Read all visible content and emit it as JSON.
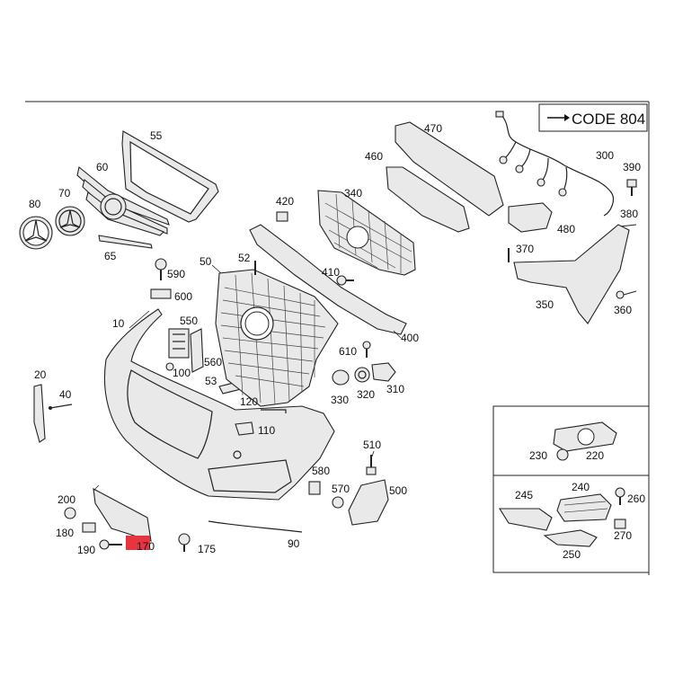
{
  "code_box": {
    "label": "CODE 804",
    "arrow_icon": "arrow-right-icon"
  },
  "callouts": [
    {
      "id": "55",
      "text": "55"
    },
    {
      "id": "60",
      "text": "60"
    },
    {
      "id": "70",
      "text": "70"
    },
    {
      "id": "80",
      "text": "80"
    },
    {
      "id": "65",
      "text": "65"
    },
    {
      "id": "590",
      "text": "590"
    },
    {
      "id": "600",
      "text": "600"
    },
    {
      "id": "550",
      "text": "550"
    },
    {
      "id": "560",
      "text": "560"
    },
    {
      "id": "100",
      "text": "100"
    },
    {
      "id": "10",
      "text": "10"
    },
    {
      "id": "20",
      "text": "20"
    },
    {
      "id": "40",
      "text": "40"
    },
    {
      "id": "53",
      "text": "53"
    },
    {
      "id": "50",
      "text": "50"
    },
    {
      "id": "52",
      "text": "52"
    },
    {
      "id": "420",
      "text": "420"
    },
    {
      "id": "340",
      "text": "340"
    },
    {
      "id": "410",
      "text": "410"
    },
    {
      "id": "460",
      "text": "460"
    },
    {
      "id": "470",
      "text": "470"
    },
    {
      "id": "300",
      "text": "300"
    },
    {
      "id": "390",
      "text": "390"
    },
    {
      "id": "380",
      "text": "380"
    },
    {
      "id": "480",
      "text": "480"
    },
    {
      "id": "370",
      "text": "370"
    },
    {
      "id": "350",
      "text": "350"
    },
    {
      "id": "360",
      "text": "360"
    },
    {
      "id": "400",
      "text": "400"
    },
    {
      "id": "610",
      "text": "610"
    },
    {
      "id": "330",
      "text": "330"
    },
    {
      "id": "320",
      "text": "320"
    },
    {
      "id": "310",
      "text": "310"
    },
    {
      "id": "120",
      "text": "120"
    },
    {
      "id": "110",
      "text": "110"
    },
    {
      "id": "510",
      "text": "510"
    },
    {
      "id": "580",
      "text": "580"
    },
    {
      "id": "570",
      "text": "570"
    },
    {
      "id": "500",
      "text": "500"
    },
    {
      "id": "200",
      "text": "200"
    },
    {
      "id": "180",
      "text": "180"
    },
    {
      "id": "190",
      "text": "190"
    },
    {
      "id": "170",
      "text": "170"
    },
    {
      "id": "175",
      "text": "175"
    },
    {
      "id": "90",
      "text": "90"
    },
    {
      "id": "230",
      "text": "230"
    },
    {
      "id": "220",
      "text": "220"
    },
    {
      "id": "245",
      "text": "245"
    },
    {
      "id": "240",
      "text": "240"
    },
    {
      "id": "260",
      "text": "260"
    },
    {
      "id": "270",
      "text": "270"
    },
    {
      "id": "250",
      "text": "250"
    }
  ],
  "highlight_color": "#e8343f"
}
